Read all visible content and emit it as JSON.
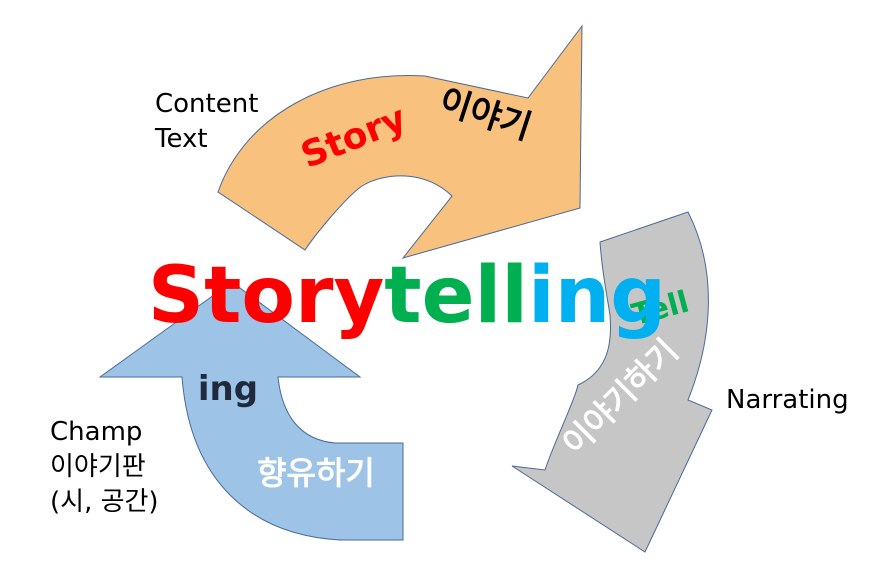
{
  "colors": {
    "story_arrow": "#F8C17D",
    "tell_arrow": "#C6C6C6",
    "ing_arrow": "#9DC3E6",
    "outline": "#4A6A9A",
    "story_red": "#FF0000",
    "tell_green": "#00B050",
    "ing_blue": "#00B0F0",
    "dark_text": "#1F2A3C",
    "white_text": "#FFFFFF",
    "black_text": "#000000"
  },
  "title": {
    "part_story": "Story",
    "part_tell": "tell",
    "part_ing": "ing"
  },
  "story_arrow": {
    "en_label": "Story",
    "ko_label": "이야기"
  },
  "tell_arrow": {
    "en_label": "Tell",
    "ko_label": "이야기하기"
  },
  "ing_arrow": {
    "en_label": "ing",
    "ko_label": "향유하기"
  },
  "side_labels": {
    "content_line1": "Content",
    "content_line2": "Text",
    "narrating": "Narrating",
    "champ_line1": "Champ",
    "champ_line2": "이야기판",
    "champ_line3": "(시, 공간)"
  }
}
